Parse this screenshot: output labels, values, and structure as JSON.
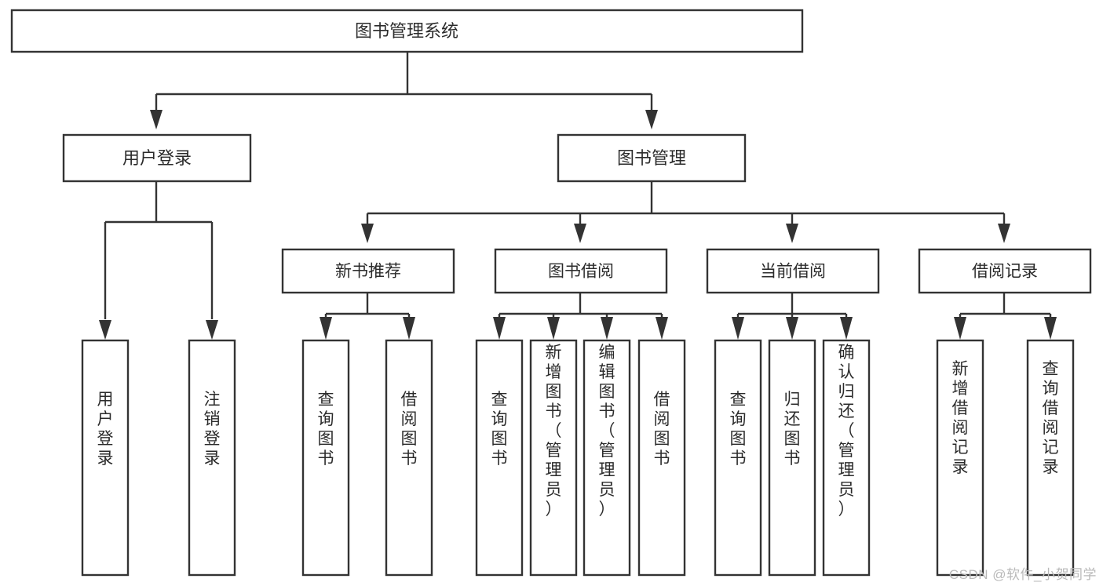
{
  "diagram": {
    "title": "图书管理系统",
    "type": "tree",
    "watermark": "CSDN @软件_小贺同学",
    "colors": {
      "stroke": "#333333",
      "box_fill": "#ffffff",
      "text": "#2b2b2b",
      "background": "#ffffff",
      "watermark": "#b9b9b9"
    },
    "root": {
      "label": "图书管理系统"
    },
    "level2": [
      {
        "label": "用户登录"
      },
      {
        "label": "图书管理"
      }
    ],
    "level3": [
      {
        "label": "新书推荐"
      },
      {
        "label": "图书借阅"
      },
      {
        "label": "当前借阅"
      },
      {
        "label": "借阅记录"
      }
    ],
    "leaves": {
      "user_login": [
        {
          "label": "用户登录"
        },
        {
          "label": "注销登录"
        }
      ],
      "new_book_recommend": [
        {
          "label": "查询图书"
        },
        {
          "label": "借阅图书"
        }
      ],
      "book_borrow": [
        {
          "label": "查询图书"
        },
        {
          "label": "新增图书（管理员）"
        },
        {
          "label": "编辑图书（管理员）"
        },
        {
          "label": "借阅图书"
        }
      ],
      "current_borrow": [
        {
          "label": "查询图书"
        },
        {
          "label": "归还图书"
        },
        {
          "label": "确认归还（管理员）"
        }
      ],
      "borrow_record": [
        {
          "label": "新增借阅记录"
        },
        {
          "label": "查询借阅记录"
        }
      ]
    }
  }
}
